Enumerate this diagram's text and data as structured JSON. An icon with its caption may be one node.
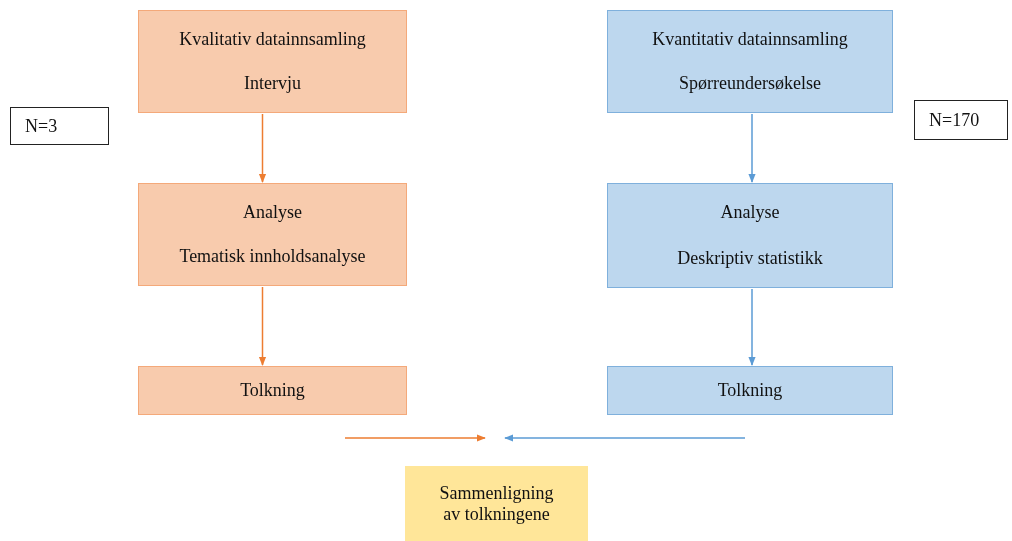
{
  "diagram": {
    "nodes": [
      {
        "text": [
          "Kvalitativ datainnsamling",
          "Intervju"
        ]
      },
      {
        "text": [
          "N=3"
        ]
      },
      {
        "text": [
          "Analyse",
          "Tematisk innholdsanalyse"
        ]
      },
      {
        "text": [
          "Tolkning"
        ]
      },
      {
        "text": [
          "Kvantitativ datainnsamling",
          "Spørreundersøkelse"
        ]
      },
      {
        "text": [
          "N=170"
        ]
      },
      {
        "text": [
          "Analyse",
          "Deskriptiv statistikk"
        ]
      },
      {
        "text": [
          "Tolkning"
        ]
      },
      {
        "text": [
          "Sammenligning av tolkningene"
        ]
      }
    ],
    "edges": [
      {
        "from": 0,
        "to": 2,
        "arrow": "to",
        "color": "#ed7d31"
      },
      {
        "from": 2,
        "to": 3,
        "arrow": "to",
        "color": "#ed7d31"
      },
      {
        "from": 4,
        "to": 6,
        "arrow": "to",
        "color": "#5b9bd5"
      },
      {
        "from": 6,
        "to": 7,
        "arrow": "to",
        "color": "#5b9bd5"
      },
      {
        "from": null,
        "to": 8,
        "arrow": "to",
        "color": "#ed7d31"
      },
      {
        "from": null,
        "to": 8,
        "arrow": "to",
        "color": "#5b9bd5"
      }
    ]
  }
}
